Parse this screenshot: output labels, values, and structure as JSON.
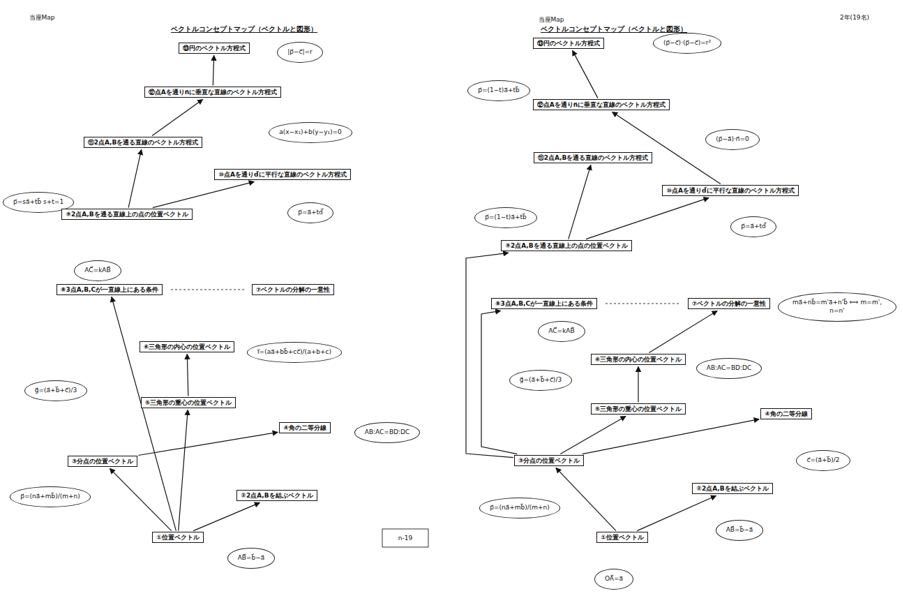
{
  "diagram": {
    "nodes": [
      {
        "text": [
          "⑬円のベクトル方程式"
        ]
      },
      {
        "text": [
          "|p⃗−c⃗|=r"
        ]
      },
      {
        "text": [
          "⑫点Aを通りn⃗に垂直な直線のベクトル方程式"
        ]
      },
      {
        "text": [
          "a(x−x₁)+b(y−y₁)=0"
        ]
      },
      {
        "text": [
          "p⃗=sa⃗+tb⃗ s+t=1"
        ]
      },
      {
        "text": [
          "⑪2点A,Bを通る直線のベクトル方程式"
        ]
      },
      {
        "text": [
          "⑩点Aを通りd⃗に平行な直線のベクトル方程式"
        ]
      },
      {
        "text": [
          "p⃗=a⃗+td⃗"
        ]
      },
      {
        "text": [
          "⑨2点A,Bを通る直線上の点の位置ベクトル"
        ]
      },
      {
        "text": [
          "AC⃗=kAB⃗"
        ]
      },
      {
        "text": [
          "⑧3点A,B,Cが一直線上にある条件"
        ]
      },
      {
        "text": [
          "⑦ベクトルの分解の一意性"
        ]
      },
      {
        "text": [
          "⑥三角形の内心の位置ベクトル"
        ]
      },
      {
        "text": [
          "i⃗=(aa⃗+bb⃗+cc⃗)/(a+b+c)"
        ]
      },
      {
        "text": [
          "g⃗=(a⃗+b⃗+c⃗)/3"
        ]
      },
      {
        "text": [
          "⑤三角形の重心の位置ベクトル"
        ]
      },
      {
        "text": [
          "④角の二等分線"
        ]
      },
      {
        "text": [
          "AB:AC=BD:DC"
        ]
      },
      {
        "text": [
          "③分点の位置ベクトル"
        ]
      },
      {
        "text": [
          "p⃗=(na⃗+mb⃗)/(m+n)"
        ]
      },
      {
        "text": [
          "②2点A,Bを結ぶベクトル"
        ]
      },
      {
        "text": [
          "AB⃗=b⃗−a⃗"
        ]
      },
      {
        "text": [
          "①位置ベクトル"
        ]
      },
      {
        "text": [
          "p⃗=(1−t)a⃗+tb⃗"
        ]
      },
      {
        "text": [
          "⑬円のベクトル方程式"
        ]
      },
      {
        "text": [
          "(p⃗−c⃗)·(p⃗−c⃗)=r²"
        ]
      },
      {
        "text": [
          "⑫点Aを通りn⃗に垂直な直線のベクトル方程式"
        ]
      },
      {
        "text": [
          "(p⃗−a⃗)·n⃗=0"
        ]
      },
      {
        "text": [
          "⑪2点A,Bを通る直線のベクトル方程式"
        ]
      },
      {
        "text": [
          "p⃗=(1−t)a⃗+tb⃗"
        ]
      },
      {
        "text": [
          "⑩点Aを通りd⃗に平行な直線のベクトル方程式"
        ]
      },
      {
        "text": [
          "p⃗=a⃗+td⃗"
        ]
      },
      {
        "text": [
          "⑨2点A,Bを通る直線上の点の位置ベクトル"
        ]
      },
      {
        "text": [
          "⑧3点A,B,Cが一直線上にある条件"
        ]
      },
      {
        "text": [
          "⑦ベクトルの分解の一意性"
        ]
      },
      {
        "text": [
          "ma⃗+nb⃗=m'a⃗+n'b⃗ ⟺ m=m', n=n'"
        ]
      },
      {
        "text": [
          "AC⃗=kAB⃗"
        ]
      },
      {
        "text": [
          "⑥三角形の内心の位置ベクトル"
        ]
      },
      {
        "text": [
          "AB:AC=BD:DC"
        ]
      },
      {
        "text": [
          "g⃗=(a⃗+b⃗+c⃗)/3"
        ]
      },
      {
        "text": [
          "⑤三角形の重心の位置ベクトル"
        ]
      },
      {
        "text": [
          "④角の二等分線"
        ]
      },
      {
        "text": [
          "c⃗=(a⃗+b⃗)/2"
        ]
      },
      {
        "text": [
          "③分点の位置ベクトル"
        ]
      },
      {
        "text": [
          "p⃗=(na⃗+mb⃗)/(m+n)"
        ]
      },
      {
        "text": [
          "②2点A,Bを結ぶベクトル"
        ]
      },
      {
        "text": [
          "AB⃗=b⃗−a⃗"
        ]
      },
      {
        "text": [
          "①位置ベクトル"
        ]
      },
      {
        "text": [
          "OA⃗=a⃗"
        ]
      }
    ],
    "edges": [
      {
        "from": 22,
        "to": 20,
        "arrow": "to"
      },
      {
        "from": 22,
        "to": 18,
        "arrow": "to"
      },
      {
        "from": 22,
        "to": 15,
        "arrow": "to"
      },
      {
        "from": 22,
        "to": 10,
        "arrow": "to"
      },
      {
        "from": 18,
        "to": 16,
        "arrow": "to"
      },
      {
        "from": 15,
        "to": 12,
        "arrow": "to"
      },
      {
        "from": 8,
        "to": 5,
        "arrow": "to"
      },
      {
        "from": 8,
        "to": 6,
        "arrow": "to"
      },
      {
        "from": 5,
        "to": 2,
        "arrow": "to"
      },
      {
        "from": 2,
        "to": 0,
        "arrow": "to"
      },
      {
        "from": 47,
        "to": 45,
        "arrow": "to"
      },
      {
        "from": 47,
        "to": 43,
        "arrow": "to"
      },
      {
        "from": 43,
        "to": 41,
        "arrow": "to"
      },
      {
        "from": 43,
        "to": 40,
        "arrow": "to"
      },
      {
        "from": 40,
        "to": 37,
        "arrow": "to"
      },
      {
        "from": 37,
        "to": 34,
        "arrow": "to"
      },
      {
        "from": 43,
        "to": 33,
        "arrow": "to"
      },
      {
        "from": 43,
        "to": 32,
        "arrow": "to"
      },
      {
        "from": 32,
        "to": 28,
        "arrow": "to"
      },
      {
        "from": 32,
        "to": 30,
        "arrow": "to"
      },
      {
        "from": 30,
        "to": 26,
        "arrow": "to"
      },
      {
        "from": 26,
        "to": 24,
        "arrow": "to"
      }
    ],
    "labels": [
      "当座Map",
      "ベクトルコンセプトマップ（ベクトルと図形）",
      "n-19",
      "当座Map",
      "ベクトルコンセプトマップ（ベクトルと図形）",
      "2年(19名)"
    ]
  }
}
